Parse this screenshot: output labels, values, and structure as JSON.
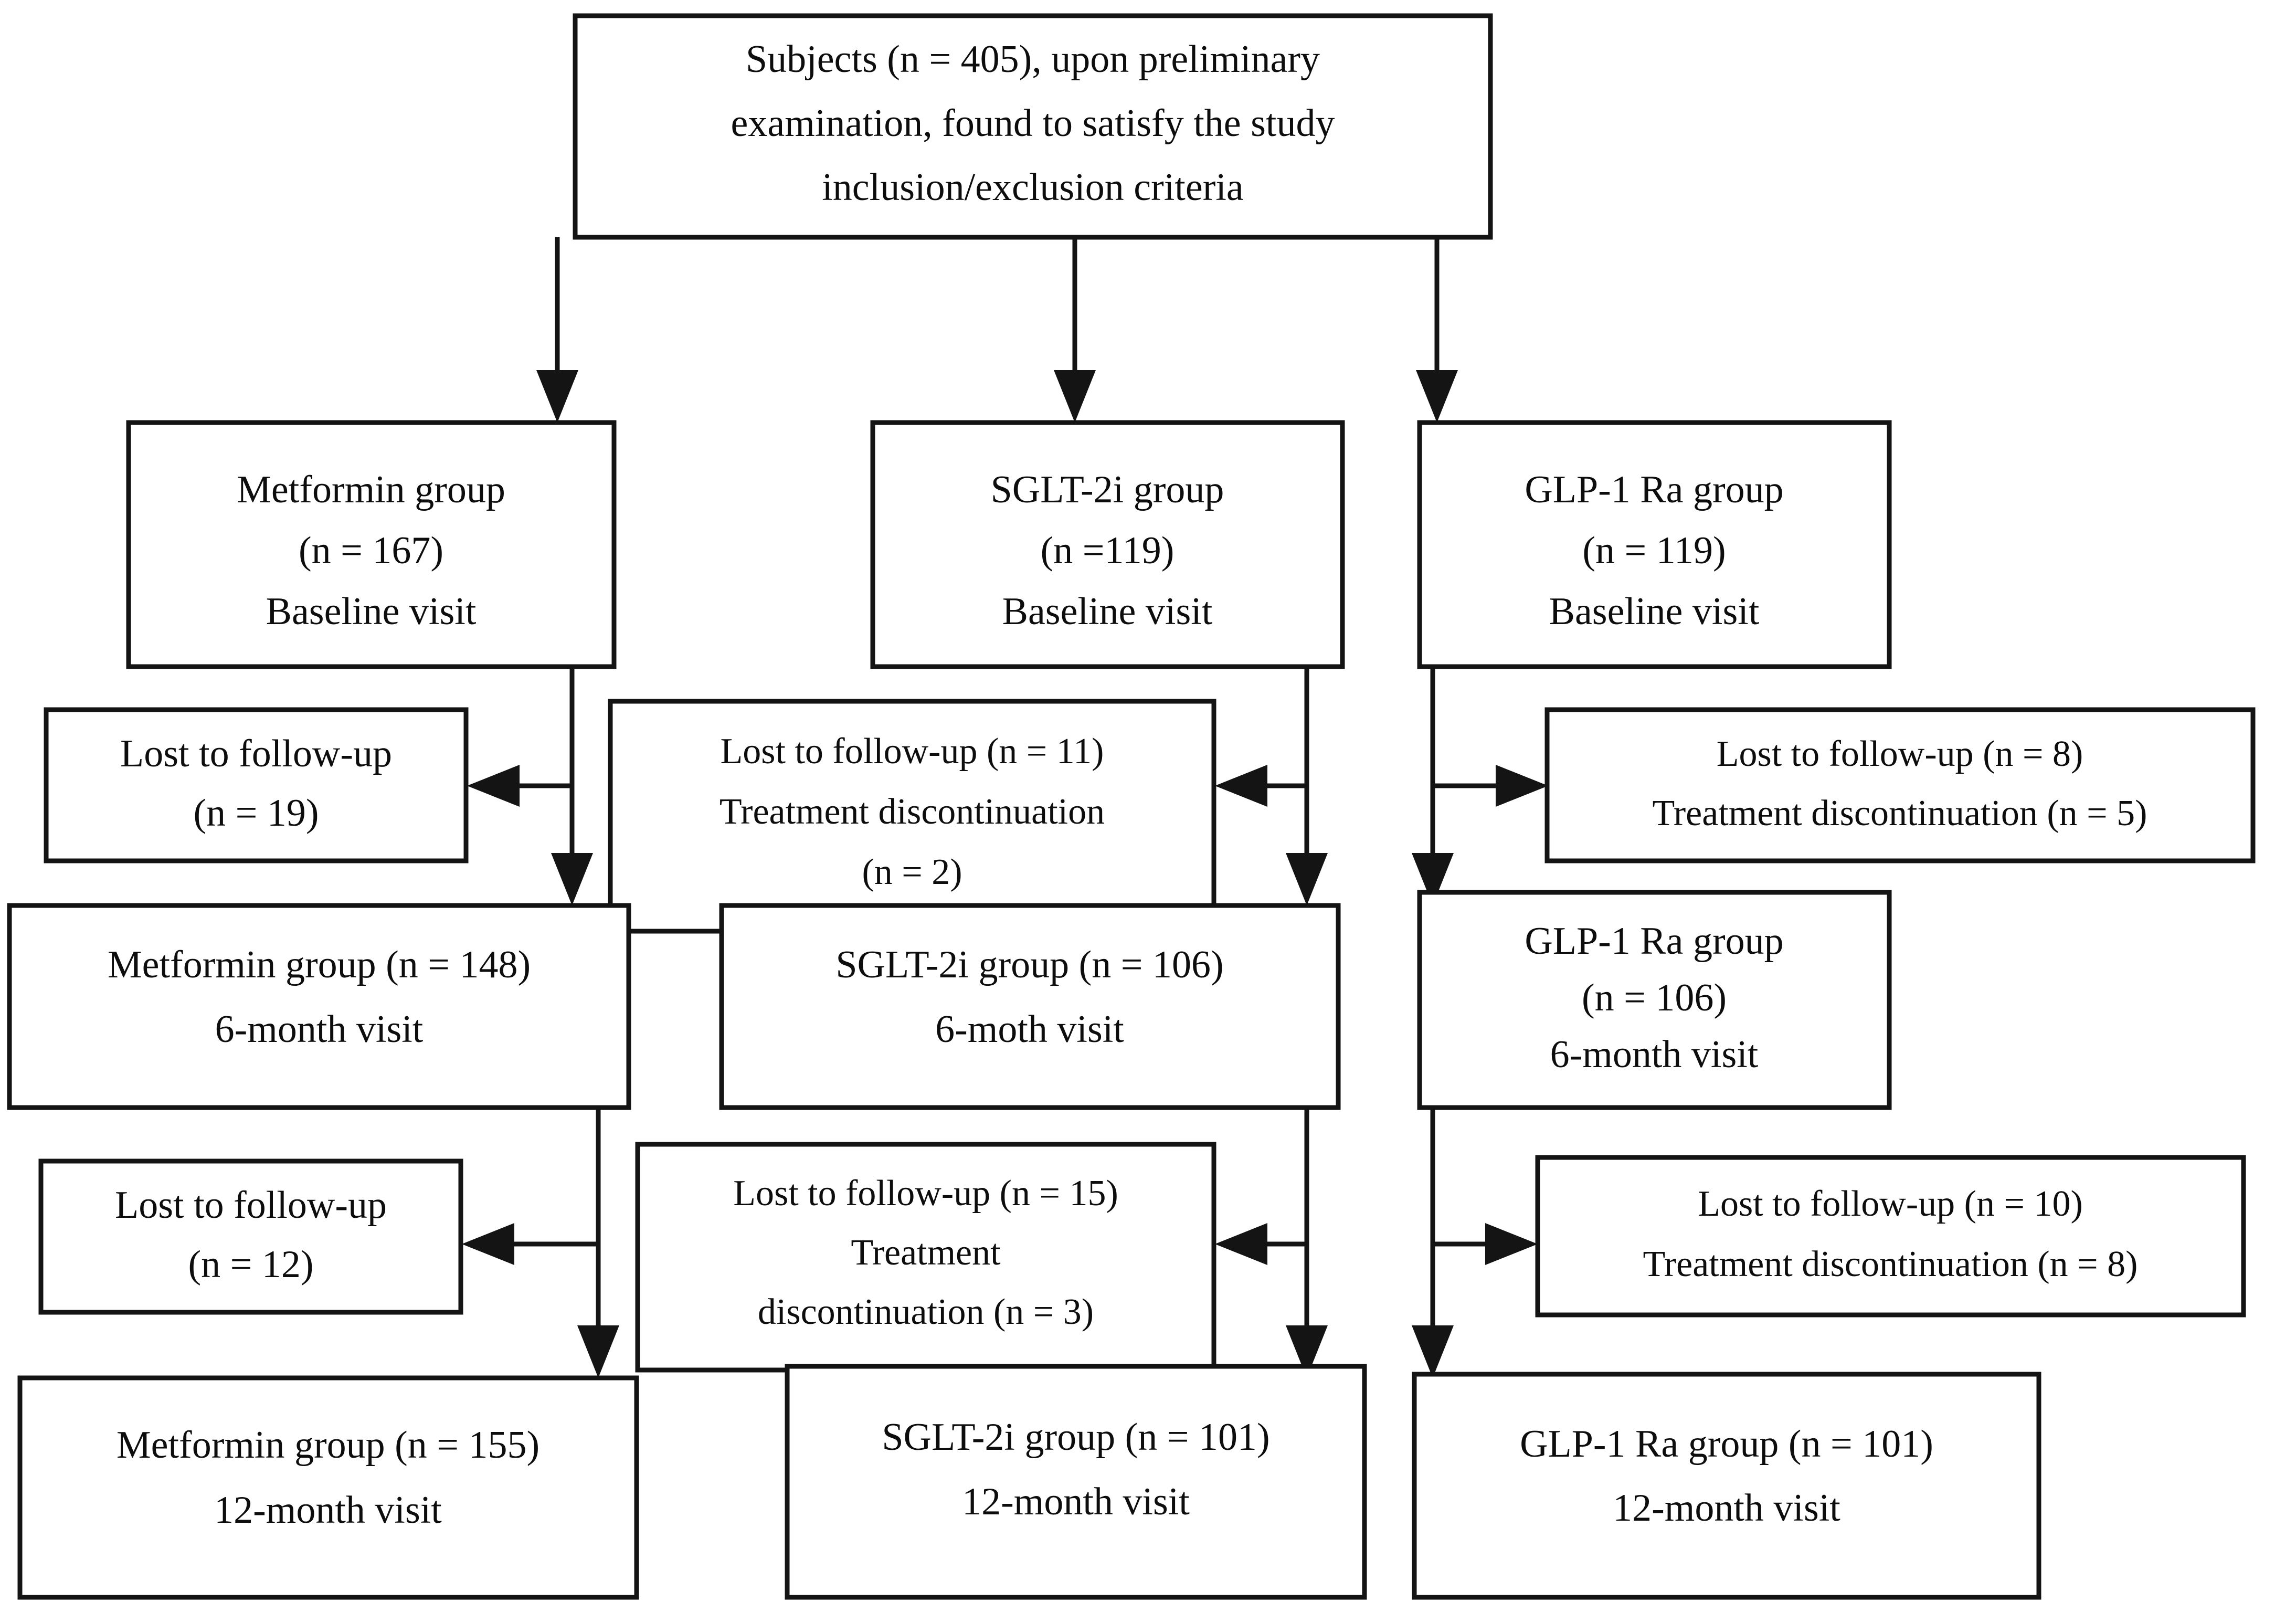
{
  "figure": {
    "kind": "participant-flow-diagram",
    "background_color": "#ffffff",
    "line_color": "#141414",
    "text_color": "#0d0d0d"
  },
  "nodes": {
    "enrollment": {
      "id": "enrollment",
      "lines": [
        "Subjects (n = 405), upon preliminary",
        "examination, found to satisfy the study",
        "inclusion/exclusion criteria"
      ]
    },
    "metformin_baseline": {
      "id": "metformin-baseline",
      "lines": [
        "Metformin group",
        "(n = 167)",
        "Baseline visit"
      ]
    },
    "sglt2i_baseline": {
      "id": "sglt2i-baseline",
      "lines": [
        "SGLT-2i group",
        "(n =119)",
        "Baseline visit"
      ]
    },
    "glp1ra_baseline": {
      "id": "glp1ra-baseline",
      "lines": [
        "GLP-1 Ra group",
        "(n = 119)",
        "Baseline visit"
      ]
    },
    "metformin_attrition_1": {
      "id": "metformin-attrition-1",
      "lines": [
        "Lost to follow-up",
        "(n = 19)"
      ]
    },
    "sglt2i_attrition_1": {
      "id": "sglt2i-attrition-1",
      "lines": [
        "Lost to follow-up (n = 11)",
        "Treatment discontinuation",
        "(n = 2)"
      ]
    },
    "glp1ra_attrition_1": {
      "id": "glp1ra-attrition-1",
      "lines": [
        "Lost to follow-up (n = 8)",
        "Treatment discontinuation (n = 5)"
      ]
    },
    "metformin_6month": {
      "id": "metformin-6month",
      "lines": [
        "Metformin group (n = 148)",
        "6-month visit"
      ]
    },
    "sglt2i_6month": {
      "id": "sglt2i-6month",
      "lines": [
        "SGLT-2i group (n = 106)",
        "6-moth visit"
      ]
    },
    "glp1ra_6month": {
      "id": "glp1ra-6month",
      "lines": [
        "GLP-1 Ra group",
        "(n = 106)",
        "6-month visit"
      ]
    },
    "metformin_attrition_2": {
      "id": "metformin-attrition-2",
      "lines": [
        "Lost to follow-up",
        "(n = 12)"
      ]
    },
    "sglt2i_attrition_2": {
      "id": "sglt2i-attrition-2",
      "lines": [
        "Lost to follow-up (n = 15)",
        "Treatment",
        "discontinuation (n = 3)"
      ]
    },
    "glp1ra_attrition_2": {
      "id": "glp1ra-attrition-2",
      "lines": [
        "Lost to follow-up (n = 10)",
        "Treatment discontinuation (n = 8)"
      ]
    },
    "metformin_12month": {
      "id": "metformin-12month",
      "lines": [
        "Metformin group (n = 155)",
        "12-month visit"
      ]
    },
    "sglt2i_12month": {
      "id": "sglt2i-12month",
      "lines": [
        "SGLT-2i group (n = 101)",
        "12-month visit"
      ]
    },
    "glp1ra_12month": {
      "id": "glp1ra-12month",
      "lines": [
        "GLP-1 Ra group (n = 101)",
        "12-month visit"
      ]
    }
  }
}
